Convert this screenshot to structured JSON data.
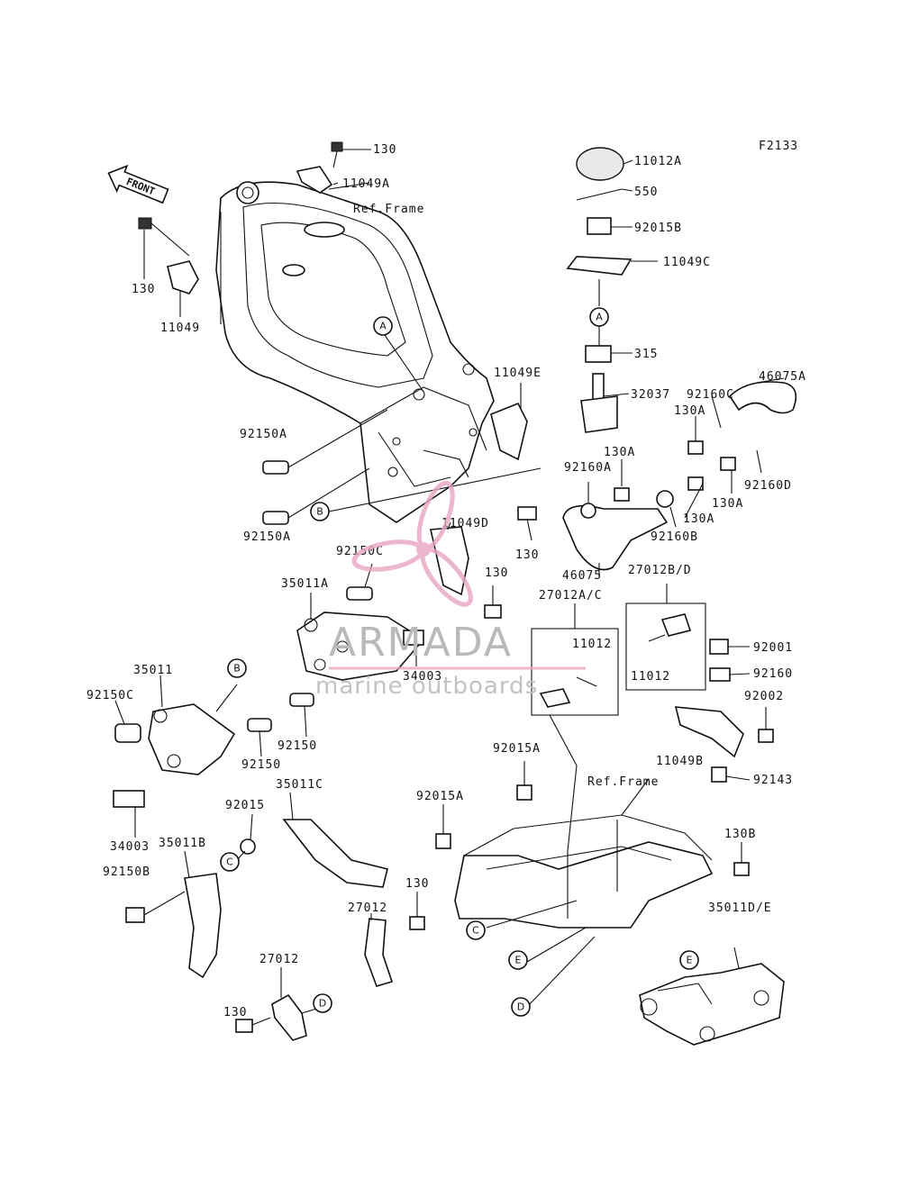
{
  "figure_code": "F2133",
  "front_arrow_label": "FRONT",
  "ref_frame_label": "Ref.Frame",
  "callout_letters": [
    "A",
    "B",
    "C",
    "D",
    "E"
  ],
  "watermark": {
    "brand": "ARMADA",
    "tagline": "marine outboards",
    "color": "#e8a6c2"
  },
  "part_labels": {
    "p130_top": "130",
    "p11049A": "11049A",
    "p11049": "11049",
    "p130_left": "130",
    "p11012A": "11012A",
    "p550": "550",
    "p92015B": "92015B",
    "p11049C": "11049C",
    "p315": "315",
    "p32037": "32037",
    "p92160C": "92160C",
    "p46075A": "46075A",
    "p130A_1": "130A",
    "p130A_2": "130A",
    "p130A_3": "130A",
    "p130A_4": "130A",
    "p92160A": "92160A",
    "p92160D": "92160D",
    "p92160B": "92160B",
    "p46075": "46075",
    "p11049E": "11049E",
    "p92150A_1": "92150A",
    "p92150A_2": "92150A",
    "p130_mid1": "130",
    "p11049D": "11049D",
    "p130_mid2": "130",
    "p92150C_1": "92150C",
    "p35011A": "35011A",
    "p34003_1": "34003",
    "p27012AC": "27012A/C",
    "p27012BD": "27012B/D",
    "p11012_1": "11012",
    "p11012_2": "11012",
    "p92001": "92001",
    "p92160": "92160",
    "p92002": "92002",
    "p11049B": "11049B",
    "p92143": "92143",
    "p35011": "35011",
    "p92150C_2": "92150C",
    "p92150_1": "92150",
    "p92150_2": "92150",
    "p34003_2": "34003",
    "p92015A_1": "92015A",
    "p92015A_2": "92015A",
    "p35011C": "35011C",
    "p92015": "92015",
    "p35011B": "35011B",
    "p92150B": "92150B",
    "p130_low": "130",
    "p27012_1": "27012",
    "p130B": "130B",
    "p35011DE": "35011D/E",
    "p27012_2": "27012",
    "p130_bottom": "130"
  }
}
